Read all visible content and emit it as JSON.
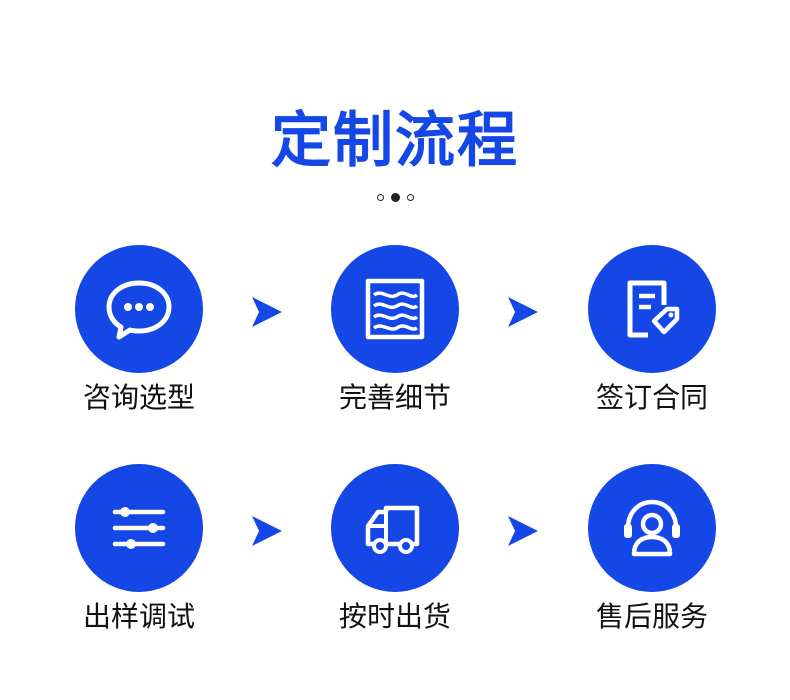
{
  "title": "定制流程",
  "pager": {
    "count": 3,
    "active": 1
  },
  "colors": {
    "brand": "#1447e6",
    "text": "#111111"
  },
  "steps": [
    {
      "label": "咨询选型",
      "icon": "chat-bubble-icon"
    },
    {
      "label": "完善细节",
      "icon": "fabric-waves-icon"
    },
    {
      "label": "签订合同",
      "icon": "contract-icon"
    },
    {
      "label": "出样调试",
      "icon": "sliders-icon"
    },
    {
      "label": "按时出货",
      "icon": "delivery-truck-icon"
    },
    {
      "label": "售后服务",
      "icon": "customer-service-icon"
    }
  ]
}
